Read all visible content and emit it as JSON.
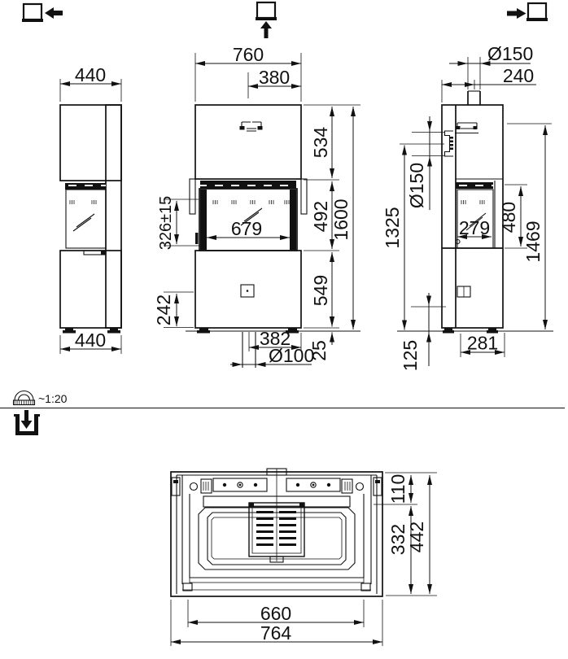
{
  "drawing": {
    "scale_note": "~1:20",
    "icons": {
      "top_left": "view-direction-left",
      "top_center": "view-direction-up",
      "top_right": "view-direction-right",
      "scale": "protractor-ruler",
      "plan": "view-from-top"
    },
    "side_left_view": {
      "width_top": "440",
      "width_bottom": "440"
    },
    "front_view": {
      "total_width": "760",
      "flue_offset": "380",
      "upper_height": "534",
      "door_height": "492",
      "base_height": "549",
      "total_height": "1600",
      "glass_width": "679",
      "glass_height": "326±15",
      "lower_detail_height": "242",
      "air_inlet_offset": "382",
      "air_inlet_diameter": "Ø100",
      "foot_height": "25"
    },
    "side_right_view": {
      "flue_diameter": "Ø150",
      "flue_offset": "240",
      "rear_flue_diameter": "Ø150",
      "rear_flue_height": "1325",
      "door_height": "480",
      "top_connection_height": "1469",
      "glass_depth": "279",
      "base_depth": "281",
      "rear_inlet_height": "125"
    },
    "plan_view": {
      "front_depth": "110",
      "firebox_depth": "332",
      "total_depth": "442",
      "inner_width": "660",
      "total_width": "764"
    }
  }
}
